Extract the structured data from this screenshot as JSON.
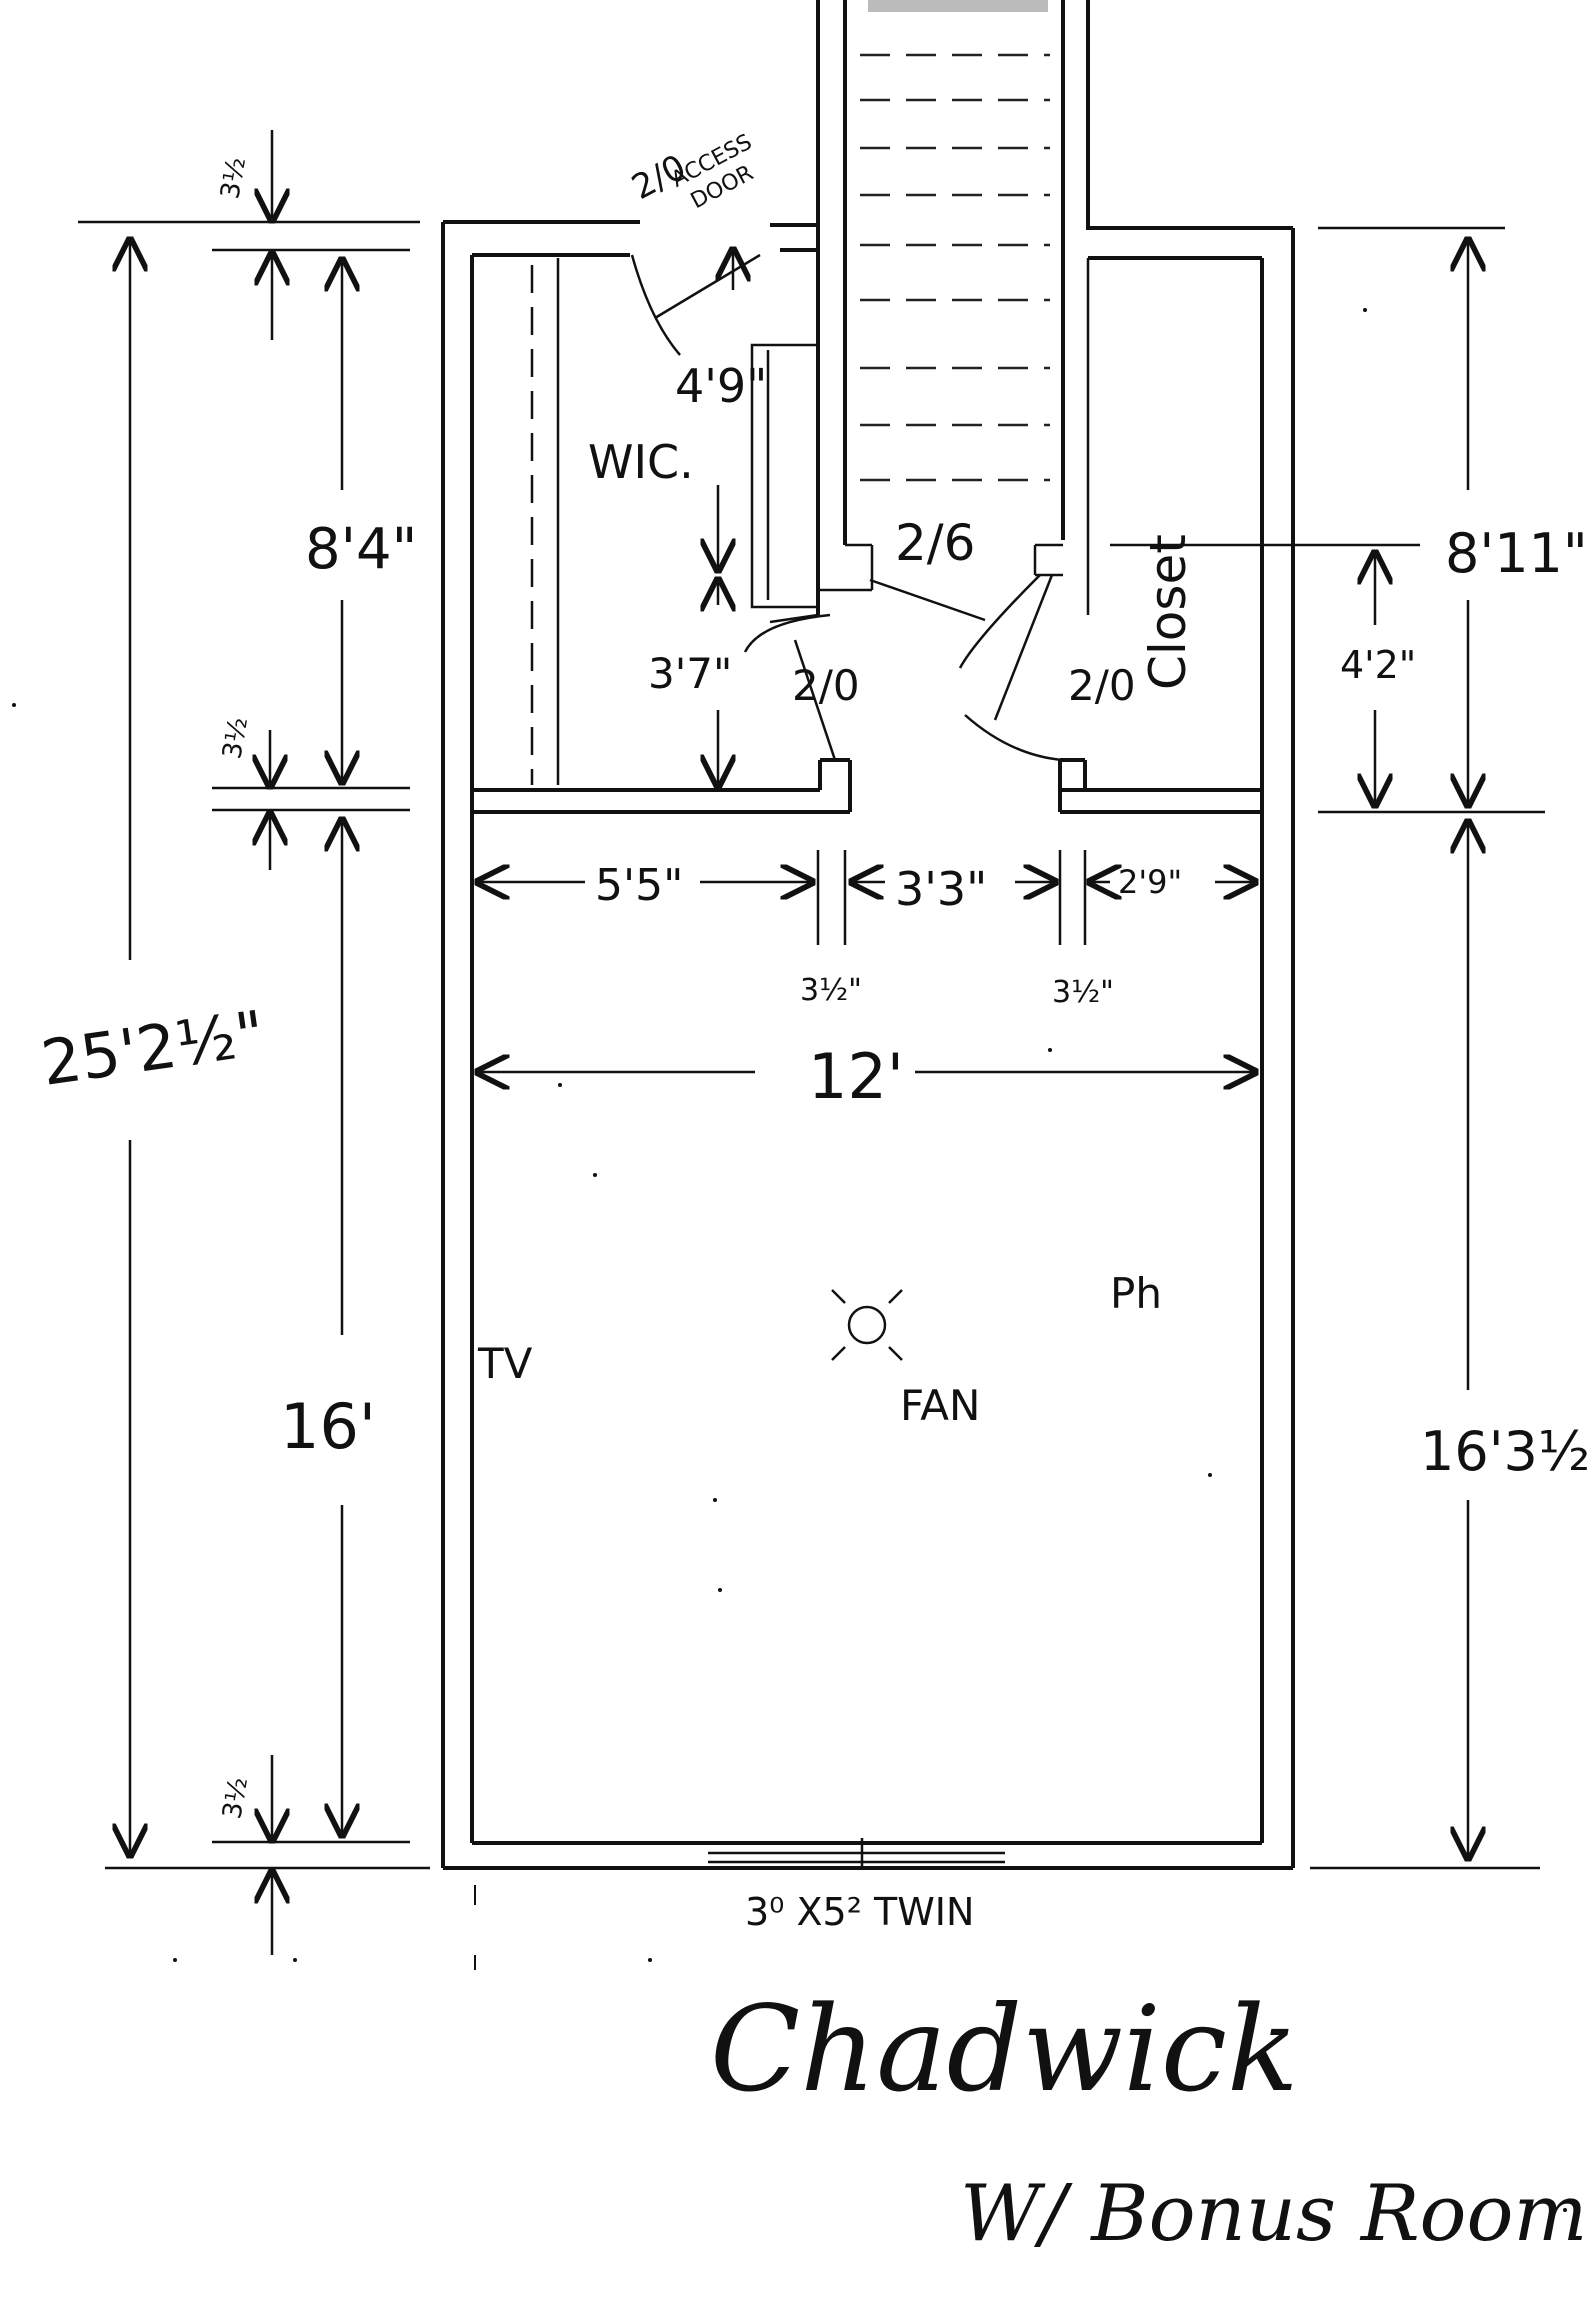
{
  "rooms": {
    "wic": "WIC.",
    "closet": "Closet",
    "fan": "FAN",
    "tv": "TV",
    "ph": "Ph"
  },
  "doors": {
    "access": "2/0 ACCESS DOOR",
    "access_num": "2/0",
    "access_word1": "ACCESS",
    "access_word2": "DOOR",
    "hall": "2/6",
    "wic_door": "2/0",
    "closet_door": "2/0"
  },
  "dimensions": {
    "total_left": "25'2½\"",
    "upper_left": "8'4\"",
    "lower_left": "16'",
    "upper_right": "8'11\"",
    "lower_right": "16'3½\"",
    "closet_right": "4'2\"",
    "wic_depth": "4'9\"",
    "wic_wall": "3'7\"",
    "wall_top": "3½",
    "wall_mid": "3½",
    "wall_bottom": "3½",
    "seg_left": "5'5\"",
    "seg_mid": "3'3\"",
    "seg_right": "2'9\"",
    "stud_left": "3½\"",
    "stud_right": "3½\"",
    "width": "12'"
  },
  "window": {
    "label": "3⁰ X5² TWIN"
  },
  "title": {
    "line1": "Chadwick",
    "line2": "W/ Bonus Room"
  },
  "colors": {
    "ink": "#111111",
    "paper": "#ffffff"
  }
}
